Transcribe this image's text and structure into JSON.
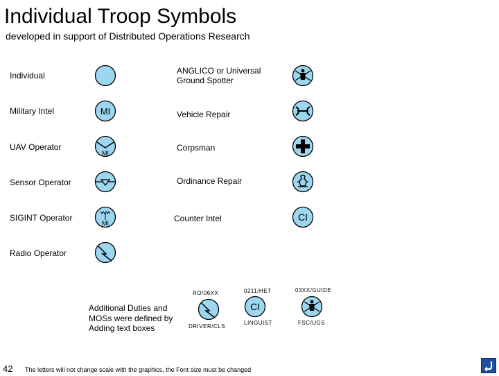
{
  "title": "Individual Troop Symbols",
  "subtitle": "developed in support of Distributed Operations Research",
  "colors": {
    "symbol_fill": "#9dd6f0",
    "symbol_stroke": "#000000",
    "nav_button": "#1f4e9e"
  },
  "left_column": [
    {
      "label": "Individual",
      "icon": "individual-icon"
    },
    {
      "label": "Military Intel",
      "icon": "military-intel-icon",
      "text": "MI"
    },
    {
      "label": "UAV Operator",
      "icon": "uav-operator-icon",
      "text": "MI"
    },
    {
      "label": "Sensor Operator",
      "icon": "sensor-operator-icon"
    },
    {
      "label": "SIGINT Operator",
      "icon": "sigint-operator-icon",
      "text": "MI"
    },
    {
      "label": "Radio Operator",
      "icon": "radio-operator-icon"
    }
  ],
  "right_column": [
    {
      "label": "ANGLICO or Universal Ground Spotter",
      "icon": "anglico-icon"
    },
    {
      "label": "Vehicle Repair",
      "icon": "vehicle-repair-icon"
    },
    {
      "label": "Corpsman",
      "icon": "corpsman-cross-icon"
    },
    {
      "label": "Ordinance Repair",
      "icon": "ordinance-repair-icon"
    },
    {
      "label": "Counter Intel",
      "icon": "counter-intel-icon",
      "text": "CI"
    }
  ],
  "additional": {
    "note": "Additional Duties and MOSs were defined by Adding text boxes",
    "items": [
      {
        "top": "RO/06XX",
        "bottom": "DRIVER/CLS",
        "icon": "radio-operator-icon"
      },
      {
        "top": "0211/HET",
        "bottom": "LINGUIST",
        "icon": "counter-intel-icon",
        "text": "CI"
      },
      {
        "top": "03XX/GUIDE",
        "bottom": "FSC/UGS",
        "icon": "anglico-icon"
      }
    ]
  },
  "footer": "The letters will not change scale with the graphics, the Font size must be changed",
  "page_number": "42",
  "nav_icon": "return-arrow-icon"
}
